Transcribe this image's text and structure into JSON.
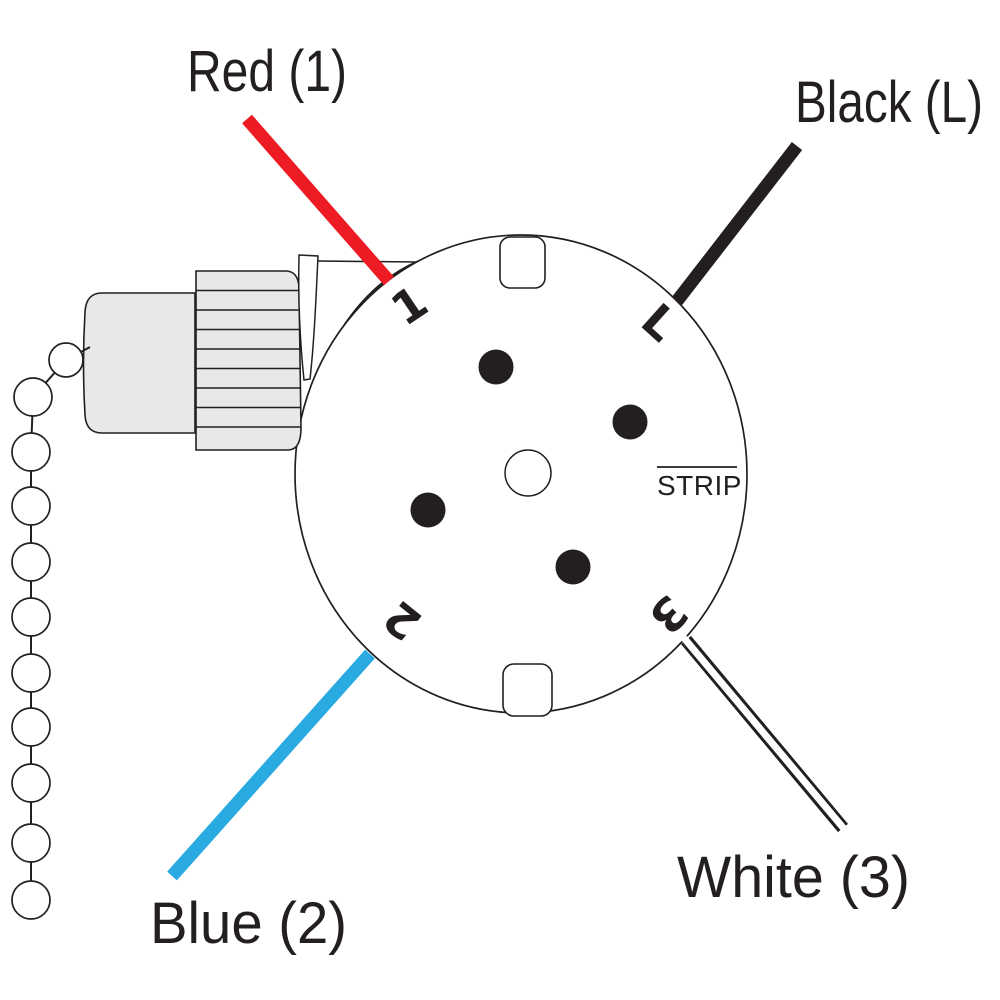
{
  "diagram": {
    "labels": {
      "red": "Red (1)",
      "black": "Black (L)",
      "blue": "Blue (2)",
      "white": "White (3)"
    },
    "terminals": {
      "t1": "1",
      "tL": "L",
      "t2": "2",
      "t3": "3"
    },
    "strip": "STRIP",
    "colors": {
      "wire_red": "#ED1C24",
      "wire_blue": "#29ABE2",
      "line_black": "#231F20",
      "body_gray": "#E7E8E9"
    }
  }
}
